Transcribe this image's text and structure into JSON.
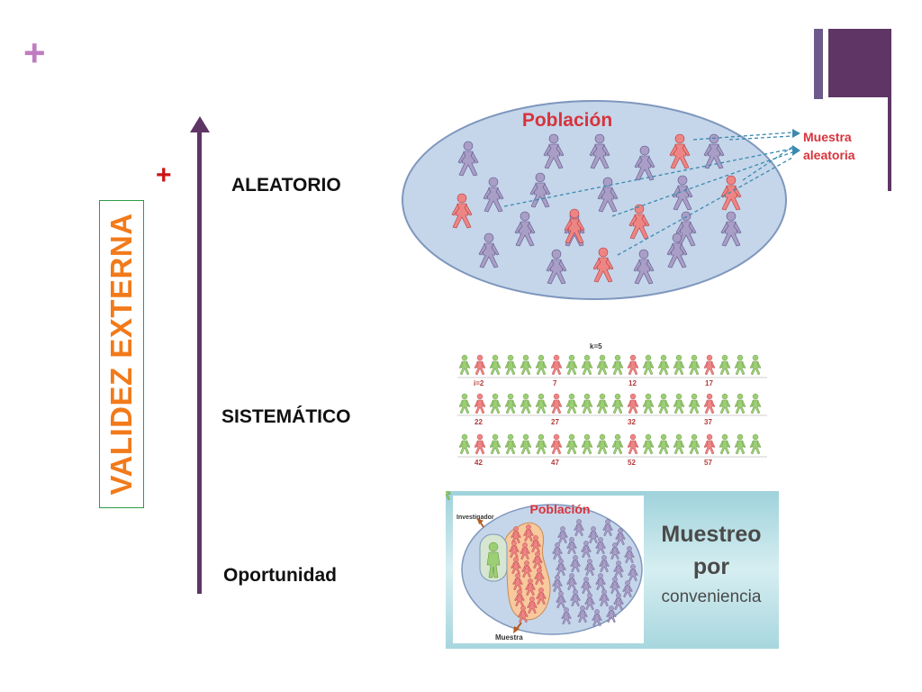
{
  "slide": {
    "corner_symbol": "+",
    "plus_marker": "+"
  },
  "axis": {
    "label": "VALIDEZ EXTERNA"
  },
  "methods": [
    {
      "label": "ALEATORIO"
    },
    {
      "label": "SISTEMÁTICO"
    },
    {
      "label": "Oportunidad"
    }
  ],
  "random_image": {
    "title": "Población",
    "sample_line1": "Muestra",
    "sample_line2": "aleatoria"
  },
  "systematic_image": {
    "k_label": "k=5",
    "row1": [
      "i=2",
      "7",
      "12",
      "17"
    ],
    "row2": [
      "22",
      "27",
      "32",
      "37"
    ],
    "row3": [
      "42",
      "47",
      "52",
      "57"
    ]
  },
  "convenience_image": {
    "title": "Población",
    "investigator": "Investigador",
    "sample": "Muestra",
    "heading_line1": "Muestreo",
    "heading_line2": "por",
    "heading_line3": "conveniencia"
  },
  "colors": {
    "accent_purple": "#5e3565",
    "corner_plus": "#c07cc0",
    "validez_orange": "#f27a1a",
    "validez_border": "#2e9a43",
    "plus_red": "#cc1414",
    "ellipse_fill": "#c5d6ea",
    "figure_purple": "#a89ec6",
    "figure_red": "#ee8585",
    "figure_green": "#9ccf74",
    "banner_teal": "#bfe0e6"
  },
  "icons": {
    "person": "person-figure-icon",
    "arrow": "arrow-icon"
  }
}
